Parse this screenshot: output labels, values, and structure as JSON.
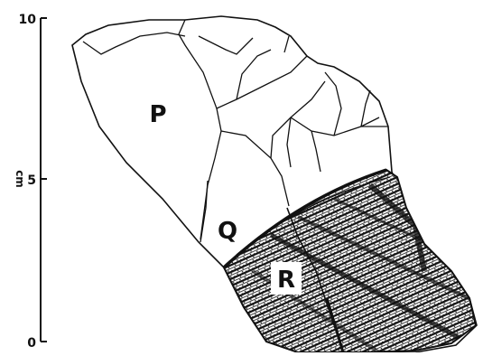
{
  "scale": {
    "top_label": "10",
    "mid_label": "5",
    "bottom_label": "0",
    "unit_label": "cm"
  },
  "regions": {
    "p": "P",
    "q": "Q",
    "r": "R"
  },
  "colors": {
    "ink": "#111111",
    "paper": "#ffffff",
    "label_bg": "#ffffff"
  }
}
